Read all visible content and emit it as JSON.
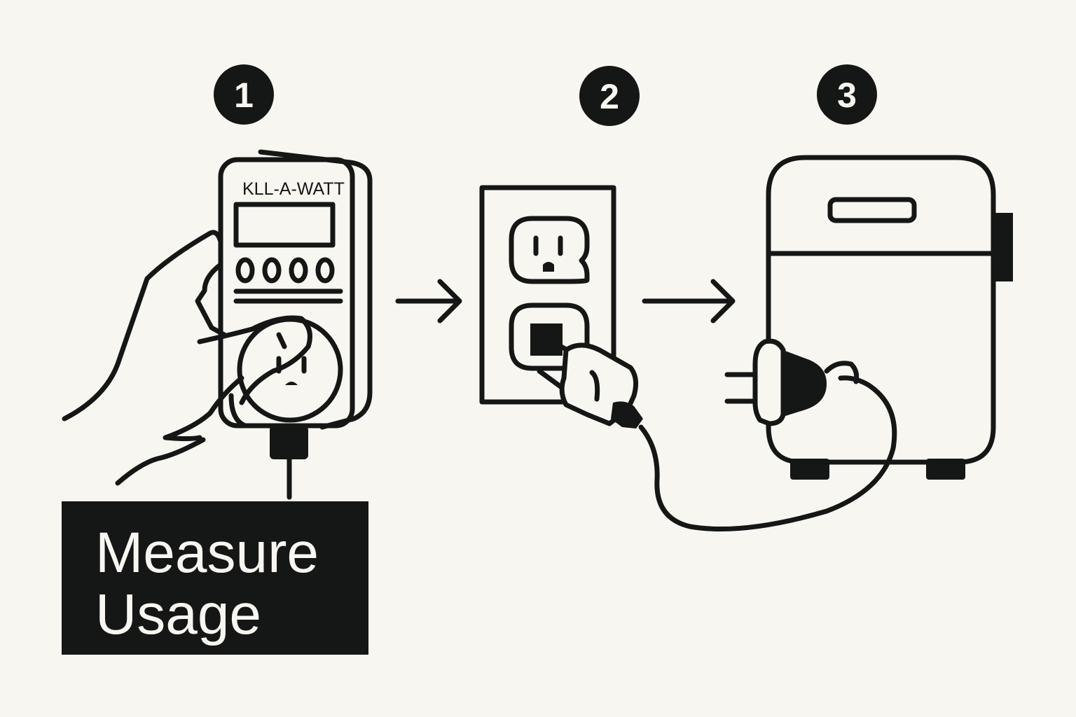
{
  "steps": [
    {
      "number": "1"
    },
    {
      "number": "2"
    },
    {
      "number": "3"
    }
  ],
  "meter": {
    "label": "KLL-A-WATT"
  },
  "caption": {
    "line1": "Measure",
    "line2": "Usage"
  },
  "colors": {
    "ink": "#151716",
    "paper": "#f8f6f1"
  },
  "icons": [
    "hand-icon",
    "power-meter-icon",
    "wall-outlet-icon",
    "plug-icon",
    "appliance-icon",
    "arrow-right-icon"
  ]
}
